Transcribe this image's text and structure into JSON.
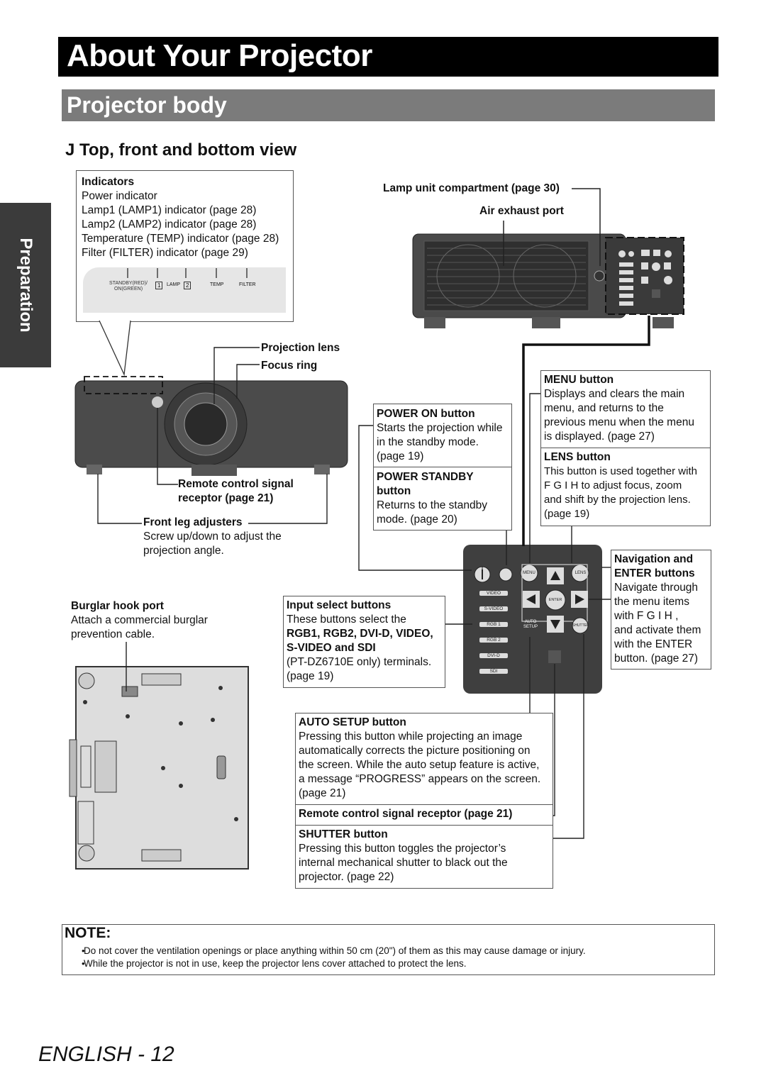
{
  "header": {
    "title": "About Your Projector",
    "subtitle": "Projector body",
    "section": "J  Top, front and bottom view",
    "side_tab": "Preparation"
  },
  "indicators": {
    "title": "Indicators",
    "lines": [
      "Power indicator",
      "Lamp1 (LAMP1) indicator (page 28)",
      "Lamp2 (LAMP2) indicator (page 28)",
      "Temperature (TEMP) indicator (page 28)",
      "Filter (FILTER) indicator (page 29)"
    ],
    "panel_labels": [
      "STANDBY(RED)/ ON(GREEN)",
      "1",
      "LAMP",
      "2",
      "TEMP",
      "FILTER"
    ]
  },
  "top_labels": {
    "lamp_unit": "Lamp unit compartment (page 30)",
    "air_exhaust": "Air exhaust port",
    "projection_lens": "Projection lens",
    "focus_ring": "Focus ring",
    "remote_receptor_1": "Remote control signal",
    "remote_receptor_2": "receptor (page 21)",
    "front_leg_title": "Front leg adjusters",
    "front_leg_desc_1": "Screw up/down to adjust the",
    "front_leg_desc_2": "projection angle.",
    "burglar_title": "Burglar hook port",
    "burglar_desc_1": "Attach a commercial burglar",
    "burglar_desc_2": "prevention cable."
  },
  "power_box": {
    "on_title": "POWER ON button",
    "on_desc": [
      "Starts the projection while",
      "in the standby mode.",
      "(page 19)"
    ],
    "standby_title_1": "POWER STANDBY",
    "standby_title_2": "button",
    "standby_desc": [
      "Returns to the standby",
      "mode. (page 20)"
    ]
  },
  "menu_box": {
    "menu_title": "MENU button",
    "menu_desc": [
      "Displays and clears the main",
      "menu, and returns to the",
      "previous menu when the menu",
      "is displayed. (page 27)"
    ],
    "lens_title": "LENS button",
    "lens_desc": [
      "This button is used together with",
      "F  G  I    H  to adjust focus, zoom",
      "and shift by the projection lens.",
      "(page 19)"
    ]
  },
  "nav_box": {
    "title_1": "Navigation and",
    "title_2": "ENTER buttons",
    "desc": [
      "Navigate through",
      "the menu items",
      "with F  G  I    H ,",
      "and activate them",
      "with the ENTER",
      "button. (page 27)"
    ]
  },
  "input_box": {
    "title": "Input select buttons",
    "desc": [
      "These buttons select the",
      "RGB1, RGB2, DVI-D, VIDEO,",
      "S-VIDEO and SDI",
      "(PT-DZ6710E only) terminals.",
      "(page 19)"
    ]
  },
  "auto_box": {
    "auto_title": "AUTO SETUP button",
    "auto_desc": [
      "Pressing this button while projecting an image",
      "automatically corrects the picture positioning on",
      "the screen. While the auto setup feature is active,",
      "a message “PROGRESS” appears on the screen.",
      "(page 21)"
    ],
    "remote_title": "Remote control signal receptor (page 21)",
    "shutter_title": "SHUTTER button",
    "shutter_desc": [
      "Pressing this button toggles the projector’s",
      "internal mechanical shutter to black out the",
      "projector. (page 22)"
    ]
  },
  "panel_buttons": {
    "menu": "MENU",
    "lens": "LENS",
    "enter": "ENTER",
    "auto_setup": "AUTO SETUP",
    "shutter": "SHUTTER",
    "inputs": [
      "VIDEO",
      "S-VIDEO",
      "RGB 1",
      "RGB 2",
      "DVI-D",
      "SDI"
    ]
  },
  "note": {
    "title": "NOTE:",
    "items": [
      "Do not cover the ventilation openings or place anything within 50 cm (20\") of them as this may cause damage or injury.",
      "While the projector is not in use, keep the projector lens cover attached to protect the lens."
    ]
  },
  "footer": "ENGLISH - 12"
}
